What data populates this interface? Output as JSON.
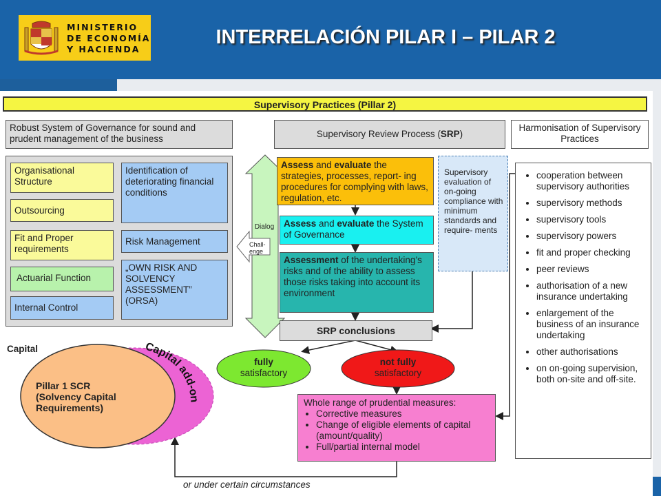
{
  "header": {
    "logo_lines": [
      "MINISTERIO",
      "DE ECONOMÍA",
      "Y HACIENDA"
    ],
    "title": "INTERRELACIÓN PILAR I – PILAR 2"
  },
  "diagram": {
    "top_banner": "Supervisory Practices (Pillar 2)",
    "governance_header": "Robust System of Governance for sound and prudent management of the business",
    "srp_header_prefix": "Supervisory Review Process (",
    "srp_header_bold": "SRP",
    "srp_header_suffix": ")",
    "harmonisation_header": "Harmonisation of Supervisory Practices",
    "gov_items": {
      "organisational": "Organisational Structure",
      "outsourcing": "Outsourcing",
      "fit_proper": "Fit and Proper requirements",
      "actuarial": "Actuarial Function",
      "internal_control": "Internal Control",
      "identification": "Identification of deteriorating financial conditions",
      "risk_management": "Risk Management",
      "orsa": "„OWN RISK AND SOLVENCY ASSESSMENT” (ORSA)"
    },
    "dialog_label": "Dialog",
    "challenge_label": "Chall- enge",
    "srp_boxes": {
      "assess1_bold1": "Assess",
      "assess1_mid": " and ",
      "assess1_bold2": "evaluate",
      "assess1_rest": " the strategies, processes, report- ing procedures for complying with laws, regulation, etc.",
      "assess2_bold1": "Assess",
      "assess2_mid": " and ",
      "assess2_bold2": "evaluate",
      "assess2_rest": " the System of Governance",
      "assess3_bold": "Assessment",
      "assess3_rest": " of the undertaking’s risks and of the ability to assess those risks taking into account its environment",
      "compliance": "Supervisory evaluation of on-going compliance with minimum standards and require- ments",
      "conclusions": "SRP conclusions"
    },
    "outcomes": {
      "fully_bold": "fully",
      "fully_rest": "satisfactory",
      "notfully_bold": "not fully",
      "notfully_rest": "satisfactory"
    },
    "measures": {
      "title": "Whole range of prudential measures:",
      "items": [
        "Corrective measures",
        "Change of eligible elements of capital (amount/quality)",
        "Full/partial internal model"
      ]
    },
    "harmonisation_items": [
      "cooperation between supervisory authorities",
      "supervisory methods",
      "supervisory tools",
      "supervisory powers",
      "fit and proper checking",
      "peer reviews",
      "authorisation of a new insurance undertaking",
      "enlargement of the business of an insurance undertaking",
      "other authorisations",
      "on on-going supervision, both on-site and off-site."
    ],
    "capital_label": "Capital",
    "pillar1": [
      "Pillar 1 SCR",
      "(Solvency Capital",
      "Requirements)"
    ],
    "capital_addon": "Capital add-on",
    "footer_note": "or under certain circumstances"
  },
  "colors": {
    "header_blue": "#1a63a8",
    "logo_yellow": "#f7cd18",
    "banner_yellow": "#f5f542",
    "assess_orange": "#fbbf0a",
    "cyan": "#19f0f0",
    "teal": "#27b5ad",
    "green_outcome": "#7de830",
    "red_outcome": "#f01818",
    "pink": "#f77fd0",
    "capital_peach": "#fbbf86",
    "addon_magenta": "#ec63d4"
  }
}
